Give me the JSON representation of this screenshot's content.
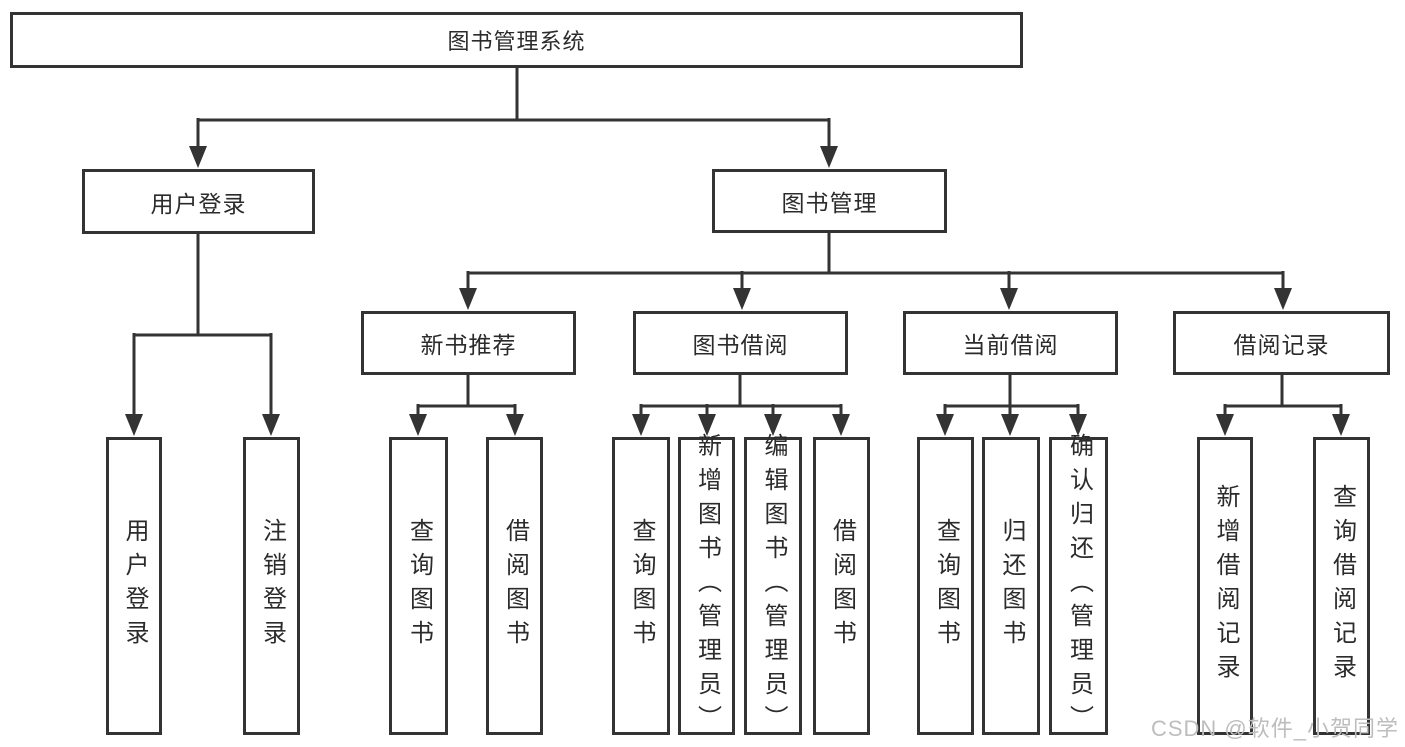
{
  "diagram": {
    "root": "图书管理系统",
    "level2": {
      "user_login": "用户登录",
      "book_management": "图书管理"
    },
    "level3": {
      "new_book": "新书推荐",
      "book_borrow": "图书借阅",
      "current_borrow": "当前借阅",
      "borrow_record": "借阅记录"
    },
    "leaves": {
      "user_login_child1": "用户登录",
      "user_login_child2": "注销登录",
      "new_book_child1": "查询图书",
      "new_book_child2": "借阅图书",
      "book_borrow_child1": "查询图书",
      "book_borrow_child2": "新增图书（管理员）",
      "book_borrow_child3": "编辑图书（管理员）",
      "book_borrow_child4": "借阅图书",
      "current_borrow_child1": "查询图书",
      "current_borrow_child2": "归还图书",
      "current_borrow_child3": "确认归还（管理员）",
      "borrow_record_child1": "新增借阅记录",
      "borrow_record_child2": "查询借阅记录"
    }
  },
  "watermark": "CSDN @软件_小贺同学",
  "colors": {
    "line": "#333333",
    "text": "#2b2b2b",
    "watermark": "#bdbdbd",
    "background": "#ffffff"
  }
}
